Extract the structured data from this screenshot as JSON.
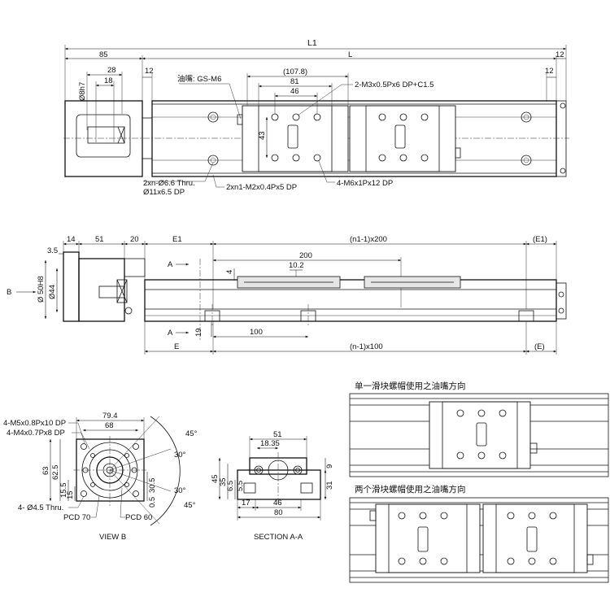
{
  "top_view": {
    "L1": "L1",
    "L": "L",
    "d85": "85",
    "d12a": "12",
    "d12b": "12",
    "d12c": "12",
    "d28": "28",
    "d18": "18",
    "shaft": "Ø8h7",
    "oil": "油嘴: GS-M6",
    "d107": "(107.8)",
    "d81": "81",
    "d46": "46",
    "d43": "43",
    "tap1": "2-M3x0.5Px6 DP+C1.5",
    "hole1": "2xn-Ø6.6 Thru.",
    "hole2": "Ø11x6.5 DP",
    "tap2": "2xn1-M2x0.4Px5 DP",
    "tap3": "4-M6x1Px12 DP"
  },
  "side_view": {
    "d14": "14",
    "d51": "51",
    "d20": "20",
    "d35": "3.5",
    "E1": "E1",
    "n1x200": "(n1-1)x200",
    "E1p": "(E1)",
    "d200": "200",
    "d4": "4",
    "d102": "10.2",
    "A1": "A",
    "A2": "A",
    "B": "B",
    "d50h8": "Ø 50H8",
    "d44": "Ø44",
    "d19": "19",
    "d100": "100",
    "E": "E",
    "nx100": "(n-1)x100",
    "Ep": "(E)"
  },
  "view_b": {
    "tap1": "4-M5x0.8Px10 DP",
    "tap2": "4-M4x0.7Px8 DP",
    "d794": "79.4",
    "d68": "68",
    "d63": "63",
    "d625": "62.5",
    "d155": "15.5",
    "d15": "15",
    "d305": "30.5",
    "d05": "0.5",
    "a45a": "45°",
    "a30a": "30°",
    "a30b": "30°",
    "a45b": "45°",
    "holes": "4- Ø4.5 Thru.",
    "pcd70": "PCD 70",
    "pcd60": "PCD 60",
    "label": "VIEW B"
  },
  "section": {
    "d51": "51",
    "d1835": "18.35",
    "d45": "45",
    "d35": "35",
    "d65": "6.5",
    "d55": "5.5",
    "d9": "9",
    "d31": "31",
    "d17": "17",
    "d46": "46",
    "d80": "80",
    "label": "SECTION A-A"
  },
  "panels": {
    "single": "单一滑块螺帽使用之油嘴方向",
    "double": "两个滑块螺帽使用之油嘴方向"
  }
}
